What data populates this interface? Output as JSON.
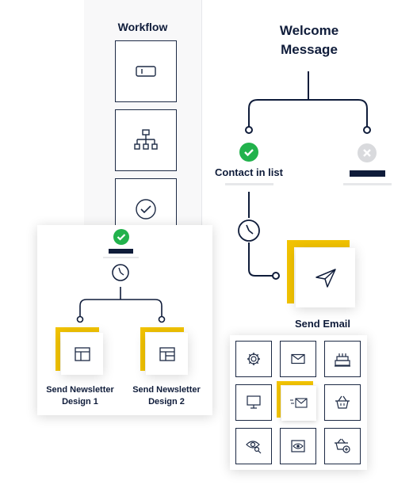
{
  "colors": {
    "navy": "#0f1c3a",
    "yellow": "#f2c300",
    "green": "#22b24c",
    "grey": "#d9dadd"
  },
  "workflow": {
    "title": "Workflow",
    "tiles": [
      {
        "icon": "input-field-icon"
      },
      {
        "icon": "hierarchy-icon"
      },
      {
        "icon": "check-circle-icon"
      }
    ]
  },
  "main": {
    "title_line1": "Welcome",
    "title_line2": "Message",
    "left_branch": {
      "label": "Contact in list",
      "icon": "green-check-icon"
    },
    "right_branch": {
      "icon": "grey-x-icon"
    },
    "timer_icon": "clock-icon",
    "action": {
      "label": "Send Email",
      "icon": "paper-plane-icon"
    }
  },
  "newsletter": {
    "check_icon": "green-check-icon",
    "timer_icon": "clock-icon",
    "left": {
      "label_line1": "Send Newsletter",
      "label_line2": "Design 1",
      "icon": "layout-icon"
    },
    "right": {
      "label_line1": "Send Newsletter",
      "label_line2": "Design 2",
      "icon": "layout-icon"
    }
  },
  "email_panel": {
    "icons": [
      "gear-icon",
      "envelope-icon",
      "cake-icon",
      "monitor-icon",
      "fast-envelope-icon",
      "basket-icon",
      "eye-search-icon",
      "eye-screen-icon",
      "basket-add-icon"
    ],
    "selected_index": 4
  }
}
